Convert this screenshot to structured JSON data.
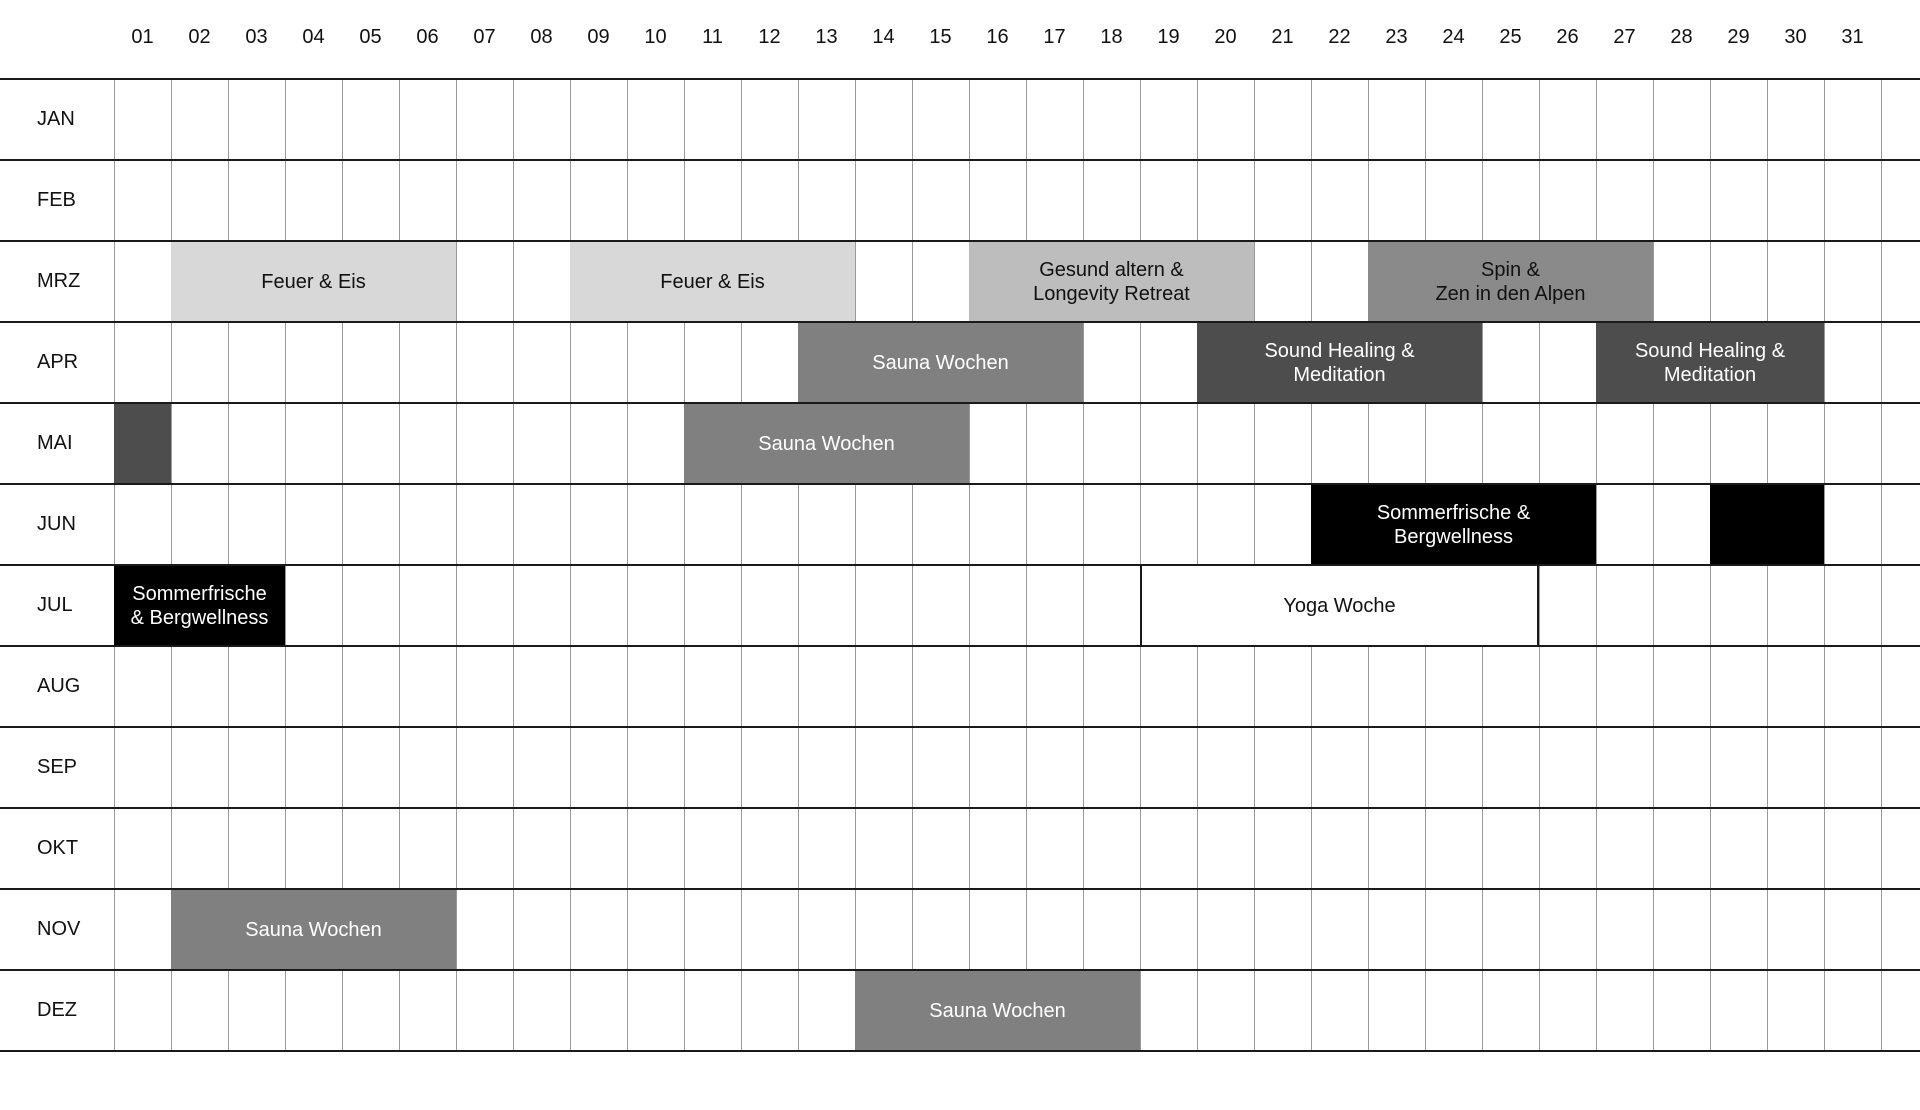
{
  "days": [
    "01",
    "02",
    "03",
    "04",
    "05",
    "06",
    "07",
    "08",
    "09",
    "10",
    "11",
    "12",
    "13",
    "14",
    "15",
    "16",
    "17",
    "18",
    "19",
    "20",
    "21",
    "22",
    "23",
    "24",
    "25",
    "26",
    "27",
    "28",
    "29",
    "30",
    "31"
  ],
  "months": [
    "JAN",
    "FEB",
    "MRZ",
    "APR",
    "MAI",
    "JUN",
    "JUL",
    "AUG",
    "SEP",
    "OKT",
    "NOV",
    "DEZ"
  ],
  "colors": {
    "light": "#d8d8d8",
    "silver": "#bdbdbd",
    "mid": "#8a8a8a",
    "sauna": "#808080",
    "dark": "#4d4d4d",
    "black": "#000000",
    "outline": "#ffffff"
  },
  "events": [
    {
      "month": "MRZ",
      "start": 2,
      "end": 6,
      "label": "Feuer & Eis",
      "style": "light"
    },
    {
      "month": "MRZ",
      "start": 9,
      "end": 13,
      "label": "Feuer & Eis",
      "style": "light"
    },
    {
      "month": "MRZ",
      "start": 16,
      "end": 20,
      "label": "Gesund altern &\nLongevity Retreat",
      "style": "silver"
    },
    {
      "month": "MRZ",
      "start": 23,
      "end": 27,
      "label": "Spin &\nZen in den Alpen",
      "style": "mid"
    },
    {
      "month": "APR",
      "start": 13,
      "end": 17,
      "label": "Sauna Wochen",
      "style": "sauna"
    },
    {
      "month": "APR",
      "start": 20,
      "end": 24,
      "label": "Sound Healing &\nMeditation",
      "style": "dark"
    },
    {
      "month": "APR",
      "start": 27,
      "end": 30,
      "label": "Sound Healing &\nMeditation",
      "style": "dark"
    },
    {
      "month": "MAI",
      "start": 1,
      "end": 1,
      "label": "",
      "style": "dark"
    },
    {
      "month": "MAI",
      "start": 11,
      "end": 15,
      "label": "Sauna Wochen",
      "style": "sauna"
    },
    {
      "month": "JUN",
      "start": 22,
      "end": 26,
      "label": "Sommerfrische &\nBergwellness",
      "style": "black"
    },
    {
      "month": "JUN",
      "start": 29,
      "end": 30,
      "label": "",
      "style": "black"
    },
    {
      "month": "JUL",
      "start": 1,
      "end": 3,
      "label": "Sommerfrische\n& Bergwellness",
      "style": "black"
    },
    {
      "month": "JUL",
      "start": 19,
      "end": 25,
      "label": "Yoga Woche",
      "style": "outline"
    },
    {
      "month": "NOV",
      "start": 2,
      "end": 6,
      "label": "Sauna Wochen",
      "style": "sauna"
    },
    {
      "month": "DEZ",
      "start": 14,
      "end": 18,
      "label": "Sauna Wochen",
      "style": "sauna"
    }
  ]
}
